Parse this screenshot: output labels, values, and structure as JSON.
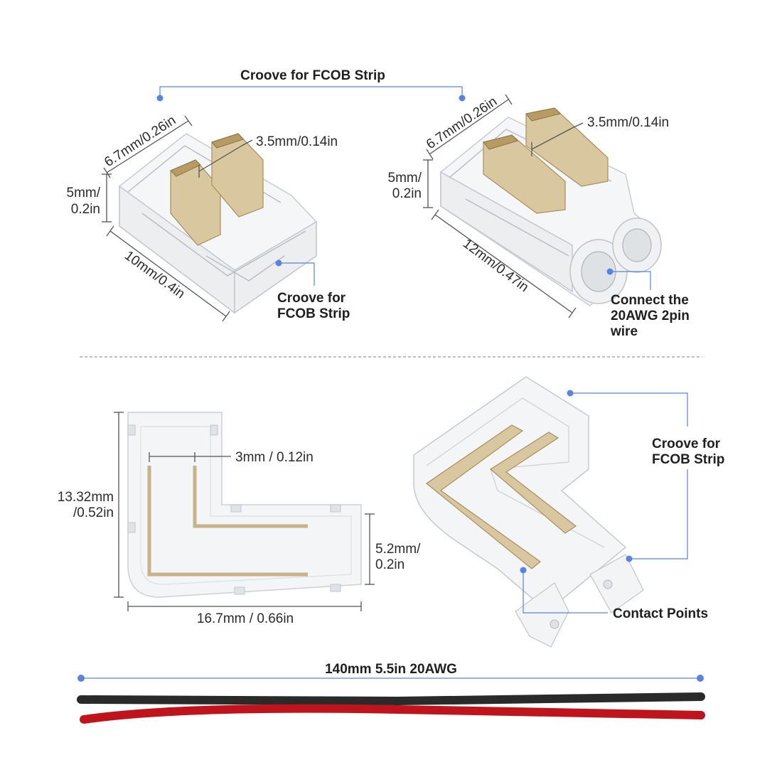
{
  "colors": {
    "accent_blue": "#5a83e0",
    "contact_gold": "#d9c7a0",
    "wire_black": "#2a2a2a",
    "wire_red": "#c0141c"
  },
  "top": {
    "groove_title": "Croove for FCOB Strip",
    "left_connector": {
      "width_dim": "6.7mm/0.26in",
      "pin_dim": "3.5mm/0.14in",
      "height_dim_line1": "5mm/",
      "height_dim_line2": "0.2in",
      "length_dim": "10mm/0.4in",
      "groove_line1": "Croove for",
      "groove_line2": "FCOB Strip"
    },
    "right_connector": {
      "width_dim": "6.7mm/0.26in",
      "pin_dim": "3.5mm/0.14in",
      "height_dim_line1": "5mm/",
      "height_dim_line2": "0.2in",
      "length_dim": "12mm/0.47in",
      "wire_line1": "Connect the",
      "wire_line2": "20AWG 2pin",
      "wire_line3": "wire"
    }
  },
  "bottom": {
    "l_connector": {
      "pin_gap_dim": "3mm / 0.12in",
      "height_dim_line1": "13.32mm",
      "height_dim_line2": "/0.52in",
      "arm_dim_line1": "5.2mm/",
      "arm_dim_line2": "0.2in",
      "width_dim": "16.7mm / 0.66in"
    },
    "l_connector_3d": {
      "groove_line1": "Croove for",
      "groove_line2": "FCOB Strip",
      "contact_label": "Contact Points"
    }
  },
  "wire": {
    "label": "140mm 5.5in 20AWG"
  }
}
